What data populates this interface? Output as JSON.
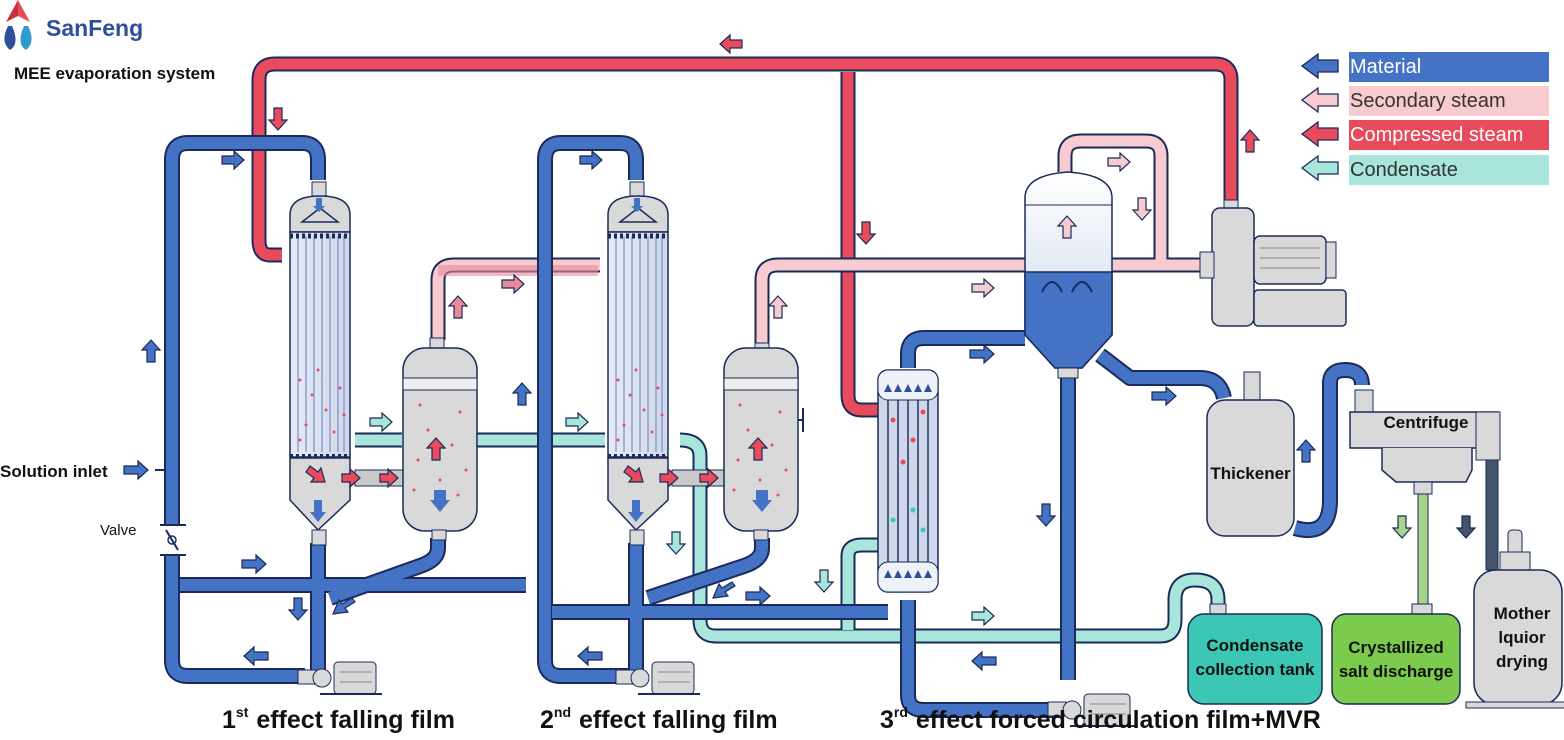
{
  "brand": {
    "name": "SanFeng",
    "subtitle": "MEE evaporation system"
  },
  "labels": {
    "solution_inlet": "Solution inlet",
    "valve": "Valve",
    "thickener": "Thickener",
    "centrifuge": "Centrifuge"
  },
  "legend": [
    {
      "label": "Material",
      "color": "#4472c4",
      "text_color": "#ffffff"
    },
    {
      "label": "Secondary steam",
      "color": "#f8cbd0",
      "text_color": "#333333"
    },
    {
      "label": "Compressed steam",
      "color": "#e84c5c",
      "text_color": "#ffffff"
    },
    {
      "label": "Condensate",
      "color": "#a8e6dc",
      "text_color": "#333333"
    }
  ],
  "tanks": {
    "condensate": {
      "line1": "Condensate",
      "line2": "collection tank",
      "color": "#3cc7b4"
    },
    "salt": {
      "line1": "Crystallized",
      "line2": "salt discharge",
      "color": "#7ccb4c"
    },
    "mother": {
      "line1": "Mother",
      "line2": "lquior",
      "line3": "drying",
      "color": "#d9d9d9"
    }
  },
  "captions": [
    {
      "sup": "st",
      "num": "1",
      "text": "effect falling film"
    },
    {
      "sup": "nd",
      "num": "2",
      "text": "effect falling film"
    },
    {
      "sup": "rd",
      "num": "3",
      "text": "effect forced circulation film+MVR"
    }
  ],
  "colors": {
    "material": "#4472c4",
    "secondary": "#f8cbd0",
    "compressed": "#e84c5c",
    "condensate": "#a8e6dc",
    "vessel": "#d9d9d9",
    "outline": "#1a2a5a"
  }
}
